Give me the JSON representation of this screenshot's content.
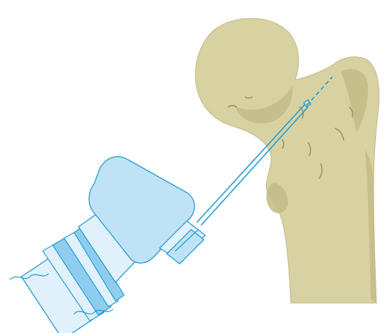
{
  "figure": {
    "colors": {
      "background": "#ffffff",
      "bone_fill": "#d8d2a2",
      "bone_shadow": "#b9b07c",
      "bone_dark": "#8f8658",
      "instrument_outline": "#1f9bd6",
      "instrument_fill_light": "#d9eefa",
      "instrument_fill_mid": "#a9d8f2",
      "guide_wire": "#1f9bd6"
    },
    "icons": [
      "femur-bone",
      "drill-instrument",
      "guide-wire"
    ]
  }
}
